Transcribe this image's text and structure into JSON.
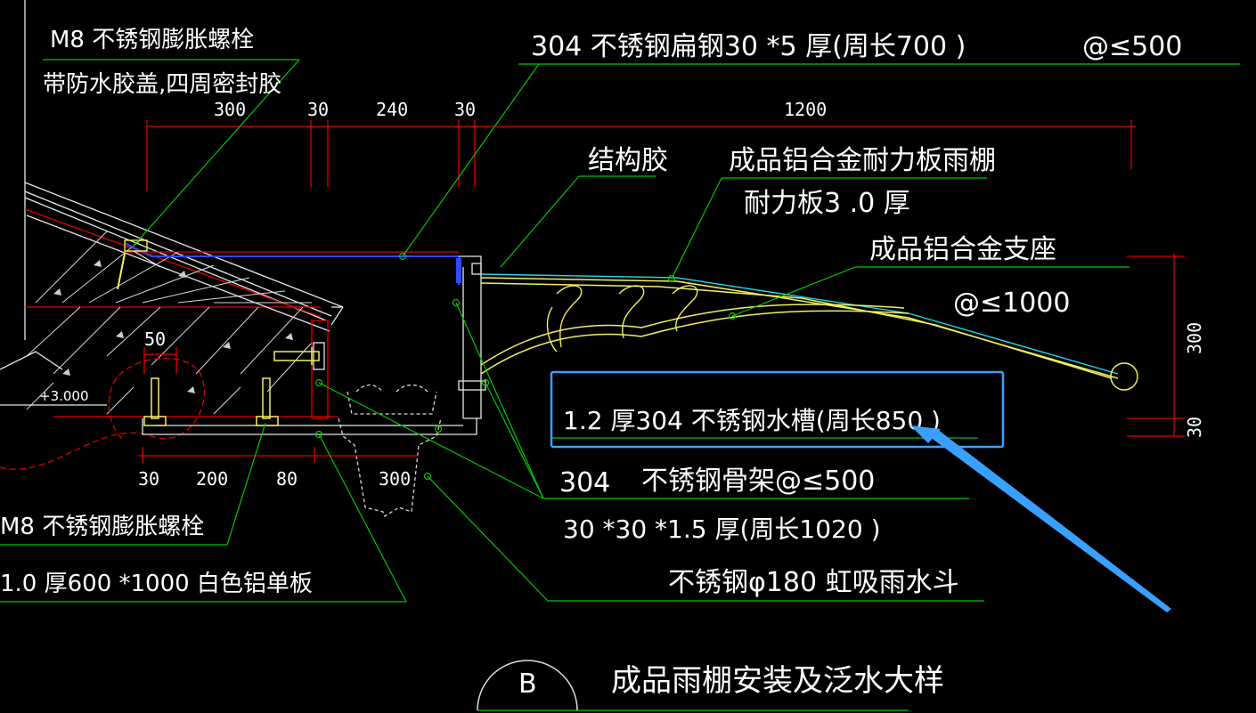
{
  "labels": {
    "bolt_top_1": "M8 不锈钢膨胀螺栓",
    "bolt_top_2": "带防水胶盖,四周密封胶",
    "flat_steel": "304 不锈钢扁钢30 *5 厚(周长700 )",
    "flat_steel_spacing": "@≤500",
    "struct_glue": "结构胶",
    "canopy": "成品铝合金耐力板雨棚",
    "canopy_board": "耐力板3 .0 厚",
    "support": "成品铝合金支座",
    "support_spacing": "@≤1000",
    "gutter": "1.2 厚304 不锈钢水槽(周长850 )",
    "frame_1": "304",
    "frame_1b": "不锈钢骨架@≤500",
    "frame_2": "30 *30 *1.5 厚(周长1020 )",
    "drain": "不锈钢φ180 虹吸雨水斗",
    "bolt_bottom": "M8 不锈钢膨胀螺栓",
    "panel": "1.0 厚600 *1000 白色铝单板",
    "elevation": "+3.000",
    "detail_mark": "B",
    "detail_title": "成品雨棚安装及泛水大样"
  },
  "dimensions": {
    "top": [
      "300",
      "30",
      "240",
      "30",
      "1200"
    ],
    "bottom": [
      "30",
      "200",
      "80",
      "300"
    ],
    "small": "50",
    "right": [
      "300",
      "30"
    ]
  },
  "colors": {
    "background": "#000000",
    "leader": "#00c800",
    "dimension": "#e00000",
    "canopy_outline": "#f0f060",
    "highlight_box": "#3aa0ff",
    "arrow": "#3aa0ff"
  }
}
